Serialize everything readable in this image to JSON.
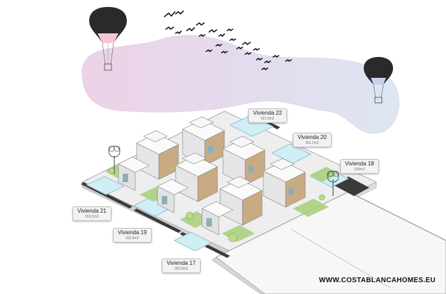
{
  "labels": [
    {
      "name": "Vivienda 22",
      "area": "321,9m2"
    },
    {
      "name": "Vivienda 20",
      "area": "352,2m2"
    },
    {
      "name": "Vivienda 18",
      "area": "339m2"
    },
    {
      "name": "Vivienda 21",
      "area": "353,3m2"
    },
    {
      "name": "Vivienda 19",
      "area": "332,8m2"
    },
    {
      "name": "Vivienda 17",
      "area": "350,9m2"
    }
  ],
  "watermark": "WWW.COSTABLANCAHOMES.EU",
  "colors": {
    "cloud_left": "#ecd3e6",
    "cloud_right": "#dce4f2",
    "balloon": "#2a2a2a",
    "wall_white": "#f4f4f4",
    "wood": "#c9ab83",
    "glass": "#8eaeb9",
    "pool": "#cfeef5",
    "grass": "#a7cf7a",
    "concrete": "#e9e9e9",
    "dark_strip": "#3a3a3a"
  }
}
